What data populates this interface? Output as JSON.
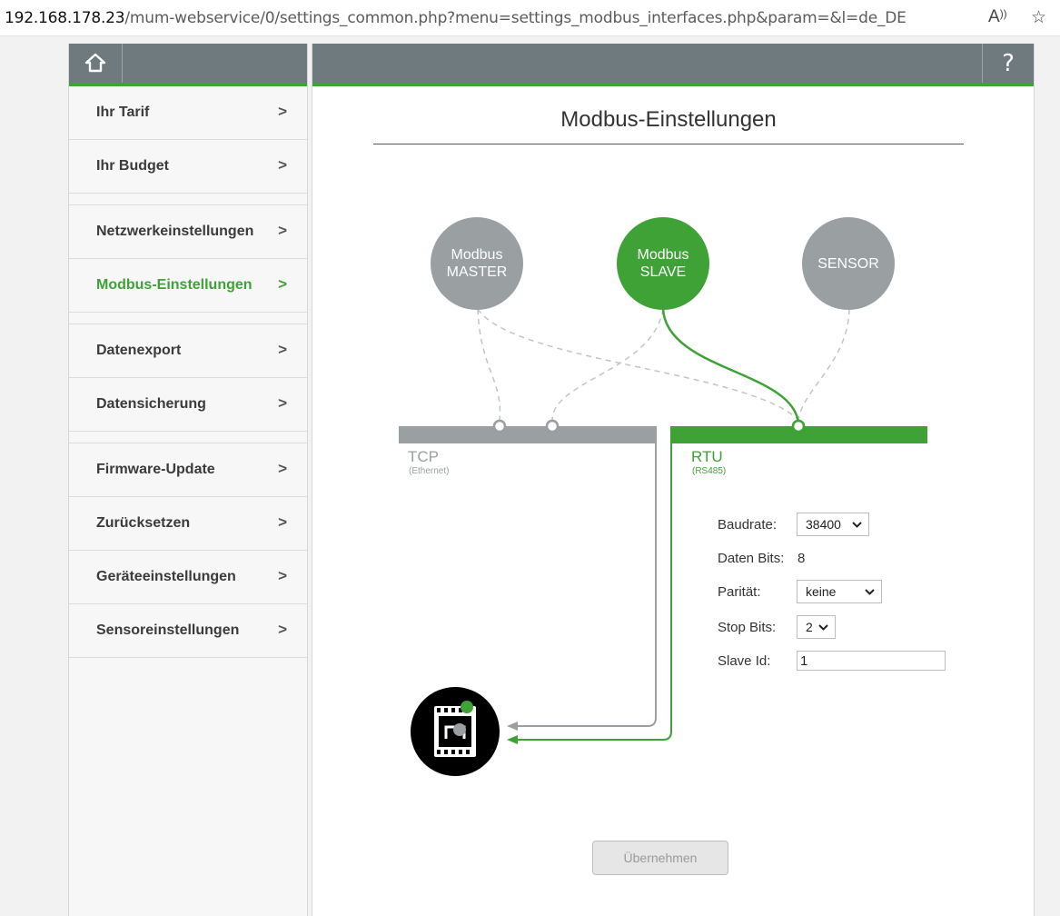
{
  "browser": {
    "url_host": "192.168.178.23",
    "url_rest": "/mum-webservice/0/settings_common.php?menu=settings_modbus_interfaces.php&param=&l=de_DE"
  },
  "sidebar": {
    "items": [
      {
        "label": "Ihr Tarif",
        "active": false
      },
      {
        "label": "Ihr Budget",
        "active": false
      },
      {
        "label": "Netzwerkeinstellungen",
        "active": false
      },
      {
        "label": "Modbus-Einstellungen",
        "active": true
      },
      {
        "label": "Datenexport",
        "active": false
      },
      {
        "label": "Datensicherung",
        "active": false
      },
      {
        "label": "Firmware-Update",
        "active": false
      },
      {
        "label": "Zurücksetzen",
        "active": false
      },
      {
        "label": "Geräteeinstellungen",
        "active": false
      },
      {
        "label": "Sensoreinstellungen",
        "active": false
      }
    ]
  },
  "main": {
    "help": "?",
    "title": "Modbus-Einstellungen",
    "roles": {
      "master": {
        "line1": "Modbus",
        "line2": "MASTER"
      },
      "slave": {
        "line1": "Modbus",
        "line2": "SLAVE"
      },
      "sensor": {
        "line1": "SENSOR"
      }
    },
    "tcp": {
      "name": "TCP",
      "sub": "(Ethernet)"
    },
    "rtu": {
      "name": "RTU",
      "sub": "(RS485)"
    },
    "form": {
      "baudrate_label": "Baudrate:",
      "baudrate_value": "38400",
      "databits_label": "Daten Bits:",
      "databits_value": "8",
      "parity_label": "Parität:",
      "parity_value": "keine",
      "stopbits_label": "Stop Bits:",
      "stopbits_value": "2",
      "slaveid_label": "Slave Id:",
      "slaveid_value": "1"
    },
    "apply_label": "Übernehmen"
  },
  "colors": {
    "accent_green": "#3ea236",
    "header_gray": "#6e7a7e",
    "bus_gray": "#9a9fa1"
  }
}
